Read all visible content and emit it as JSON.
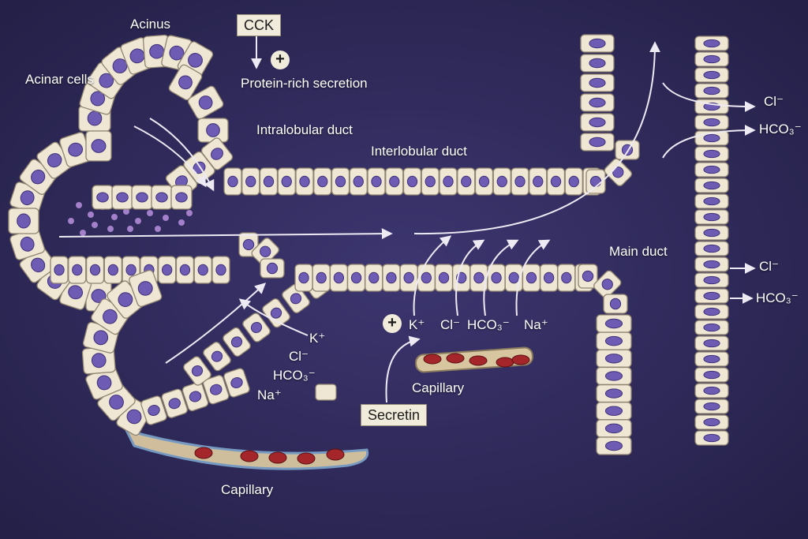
{
  "labels": {
    "acinus": "Acinus",
    "cck": "CCK",
    "acinar_cells": "Acinar cells",
    "protein_rich": "Protein-rich secretion",
    "intralobular": "Intralobular duct",
    "interlobular": "Interlobular duct",
    "main_duct": "Main duct",
    "secretin": "Secretin",
    "capillary_bottom": "Capillary",
    "capillary_mid": "Capillary",
    "plus_sign": "+",
    "ions_left": {
      "k": "K⁺",
      "cl": "Cl⁻",
      "hco3": "HCO₃⁻",
      "na": "Na⁺"
    },
    "ions_mid": {
      "k": "K⁺",
      "cl": "Cl⁻",
      "hco3": "HCO₃⁻",
      "na": "Na⁺"
    },
    "ions_right_upper": {
      "cl": "Cl⁻",
      "hco3": "HCO₃⁻"
    },
    "ions_right_lower": {
      "cl": "Cl⁻",
      "hco3": "HCO₃⁻"
    }
  },
  "colors": {
    "background": "#2e2a55",
    "cell_fill": "#efe7d4",
    "cell_edge": "#8f8470",
    "nucleus": "#6e5bb3",
    "red_blood_cell": "#a5262a",
    "granule": "#b08ad6",
    "arrow": "#eeeaf3"
  },
  "icons": [
    "plus-icon",
    "arrow-icon"
  ]
}
